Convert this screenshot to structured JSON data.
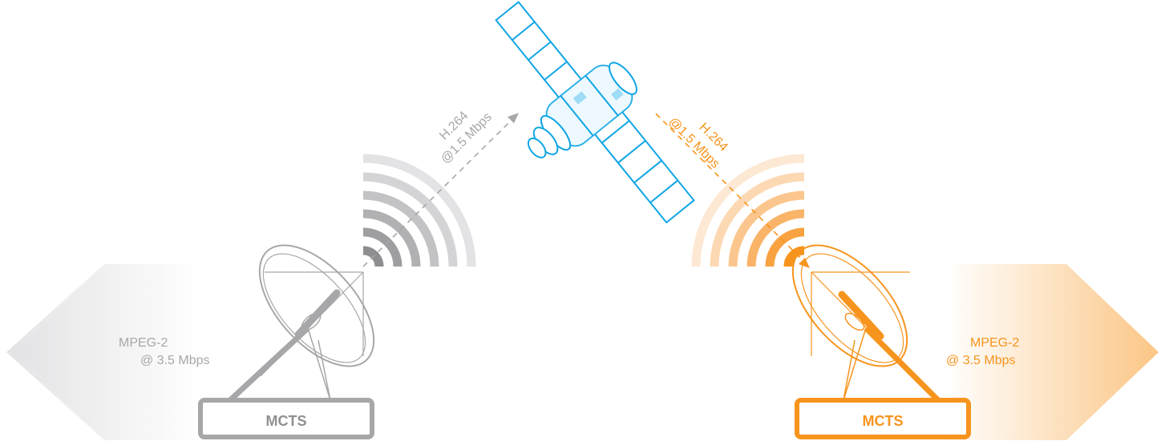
{
  "colors": {
    "gray": "#a7a7a9",
    "gray_light": "#cfcfd1",
    "orange": "#f7941d",
    "orange_light": "#fbc685",
    "satellite_blue": "#0ea5e4",
    "white": "#ffffff"
  },
  "left_station": {
    "box_label": "MCTS",
    "arrow_line1": "MPEG-2",
    "arrow_line2": "@ 3.5 Mbps",
    "uplink_line1": "H.264",
    "uplink_line2": "@1.5 Mbps"
  },
  "right_station": {
    "box_label": "MCTS",
    "arrow_line1": "MPEG-2",
    "arrow_line2": "@ 3.5 Mbps",
    "downlink_line1": "H.264",
    "downlink_line2": "@1.5 Mbps"
  },
  "icons": {
    "satellite": "satellite-icon",
    "dish": "satellite-dish-icon",
    "waves": "signal-waves-icon",
    "arrow": "chevron-arrow-icon"
  }
}
